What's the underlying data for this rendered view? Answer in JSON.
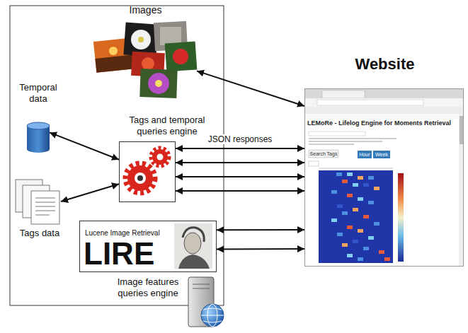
{
  "diagram": {
    "nodes": [
      {
        "text": [
          "Images"
        ]
      },
      {
        "text": [
          "Temporal data"
        ]
      },
      {
        "text": [
          "Tags and temporal queries engine"
        ]
      },
      {
        "text": [
          "Tags data"
        ]
      },
      {
        "text": [
          "Lucene Image Retrieval",
          "LIRE",
          "Image features queries engine"
        ]
      },
      {
        "text": [
          "Website"
        ]
      }
    ],
    "edges": [
      {
        "from": 0,
        "to": 5,
        "arrow": "both"
      },
      {
        "from": 2,
        "to": 5,
        "arrow": "both",
        "label": "JSON responses"
      },
      {
        "from": 2,
        "to": 5,
        "arrow": "both"
      },
      {
        "from": 2,
        "to": 5,
        "arrow": "both"
      },
      {
        "from": 2,
        "to": 5,
        "arrow": "both"
      },
      {
        "from": 1,
        "to": 2,
        "arrow": "both"
      },
      {
        "from": 3,
        "to": 2,
        "arrow": "both"
      },
      {
        "from": 4,
        "to": 5,
        "arrow": "both"
      },
      {
        "from": 4,
        "to": 5,
        "arrow": "both"
      }
    ],
    "labels": [
      "LEMoRe - Lifelog Engine for Moments Retrieval",
      "Search Tags",
      "Hour",
      "Week"
    ]
  }
}
